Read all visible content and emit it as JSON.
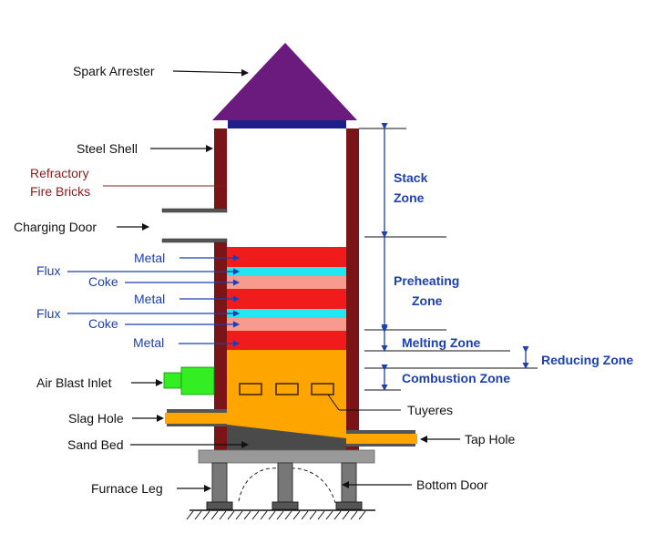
{
  "colors": {
    "roof": "#6a1b7d",
    "roof_base": "#1f1f8c",
    "shell": "#7a1416",
    "metal": "#f01c1c",
    "flux": "#22e6f0",
    "coke": "#f79b8e",
    "combustion": "#ffa500",
    "sand_bed": "#4a4a4a",
    "platform": "#999999",
    "leg": "#777777",
    "air_inlet": "#33ee22",
    "label_blue": "#1c3fb4",
    "label_red": "#8b1a1a"
  },
  "labels": {
    "spark_arrester": "Spark Arrester",
    "steel_shell": "Steel Shell",
    "refractory_line1": "Refractory",
    "refractory_line2": "Fire Bricks",
    "charging_door": "Charging Door",
    "metal_1": "Metal",
    "flux_1": "Flux",
    "coke_1": "Coke",
    "metal_2": "Metal",
    "flux_2": "Flux",
    "coke_2": "Coke",
    "metal_3": "Metal",
    "air_blast_inlet": "Air Blast Inlet",
    "slag_hole": "Slag Hole",
    "sand_bed": "Sand Bed",
    "furnace_leg": "Furnace Leg",
    "tuyeres": "Tuyeres",
    "tap_hole": "Tap Hole",
    "bottom_door": "Bottom Door"
  },
  "zones": {
    "stack_line1": "Stack",
    "stack_line2": "Zone",
    "preheating_line1": "Preheating",
    "preheating_line2": "Zone",
    "melting": "Melting Zone",
    "reducing": "Reducing Zone",
    "combustion": "Combustion Zone"
  }
}
